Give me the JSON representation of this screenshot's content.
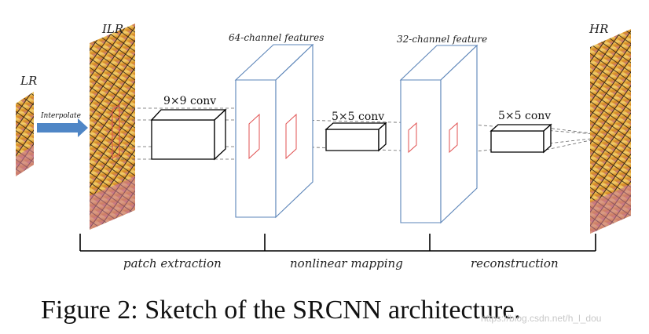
{
  "labels": {
    "lr": "LR",
    "ilr": "ILR",
    "hr": "HR",
    "interpolate": "Interpolate",
    "features64": "64-channel features",
    "features32": "32-channel feature",
    "conv1": "9×9  conv",
    "conv2": "5×5  conv",
    "conv3": "5×5  conv"
  },
  "stages": {
    "patch": "patch extraction",
    "nonlinear": "nonlinear mapping",
    "reconstruction": "reconstruction"
  },
  "caption": "Figure 2: Sketch of the SRCNN architecture.",
  "watermark": "https://blog.csdn.net/h_l_dou",
  "colors": {
    "feature_block": "#5b84b8",
    "filter_slice": "#e05050",
    "arrow": "#4f86c6",
    "butterfly_orange": "#d9921f",
    "butterfly_yellow": "#e9cf6a",
    "butterfly_dark": "#2a1d10",
    "flower_pink": "#c6759a"
  }
}
